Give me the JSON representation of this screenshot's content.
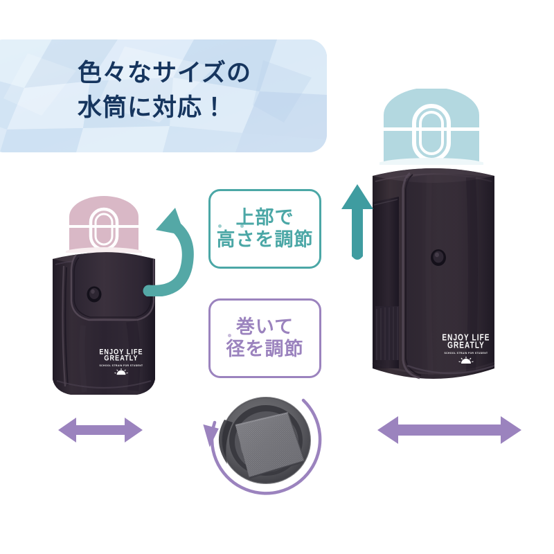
{
  "banner": {
    "line1": "色々なサイズの",
    "line2": "水筒に対応！",
    "text_color": "#16355e",
    "bg_color": "#d4e6f5"
  },
  "callouts": [
    {
      "id": "height-adjust",
      "line1": "上部で",
      "line2": "高さを調節",
      "color": "#4ba7a6"
    },
    {
      "id": "diameter-adjust",
      "line1": "巻いて",
      "line2": "径を調節",
      "color": "#9b83be"
    }
  ],
  "products": {
    "left": {
      "cap_color": "#d9b8c6",
      "body_color": "#2b242e",
      "brand_line1": "ENJOY LIFE",
      "brand_line2": "GREATLY",
      "brand_line3": "SCHOOL  STRAIN  FOR  STUDENT"
    },
    "right": {
      "cap_color": "#b3d8e0",
      "body_color": "#2b242e",
      "brand_line1": "ENJOY LIFE",
      "brand_line2": "GREATLY",
      "brand_line3": "SCHOOL  STRAIN  FOR  STUDENT"
    }
  },
  "arrows": {
    "flap_open": {
      "name": "curved-up-arrow",
      "color": "#54a8a6"
    },
    "height_up": {
      "name": "up-arrow",
      "color": "#3f9ca0"
    },
    "width_left": {
      "name": "double-horizontal-arrow",
      "color": "#9b83be"
    },
    "width_right": {
      "name": "double-horizontal-arrow",
      "color": "#9b83be"
    },
    "wrap_rotate": {
      "name": "circular-arrow",
      "color": "#9b83be"
    }
  },
  "detail": {
    "name": "velcro-strap-top-view",
    "strap_color": "#6d6d70",
    "rim_color": "#5a5a5e"
  }
}
